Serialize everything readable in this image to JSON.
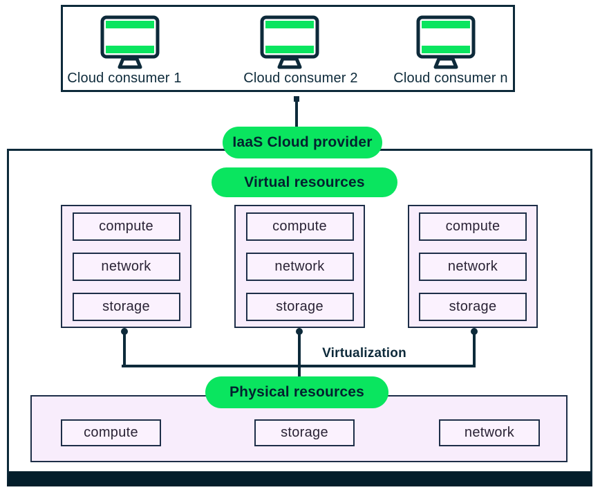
{
  "colors": {
    "green": "#0AE55F",
    "navy": "#0D2A3A",
    "ink_text": "#03212F",
    "box_border": "#1D2E48",
    "lavender": "#F8EDFC",
    "lavender_light": "#FBF2FE",
    "footer_bar": "#041E2B",
    "item_text": "#2A2335"
  },
  "consumers": {
    "icon": "monitor-icon",
    "items": [
      {
        "label": "Cloud consumer 1"
      },
      {
        "label": "Cloud consumer 2"
      },
      {
        "label": "Cloud consumer n"
      }
    ]
  },
  "provider_pill": {
    "label": "IaaS Cloud provider"
  },
  "virtual": {
    "pill_label": "Virtual resources",
    "groups": [
      {
        "items": [
          "compute",
          "network",
          "storage"
        ]
      },
      {
        "items": [
          "compute",
          "network",
          "storage"
        ]
      },
      {
        "items": [
          "compute",
          "network",
          "storage"
        ]
      }
    ]
  },
  "virtualization_label": "Virtualization",
  "physical": {
    "pill_label": "Physical resources",
    "items": [
      "compute",
      "storage",
      "network"
    ]
  }
}
